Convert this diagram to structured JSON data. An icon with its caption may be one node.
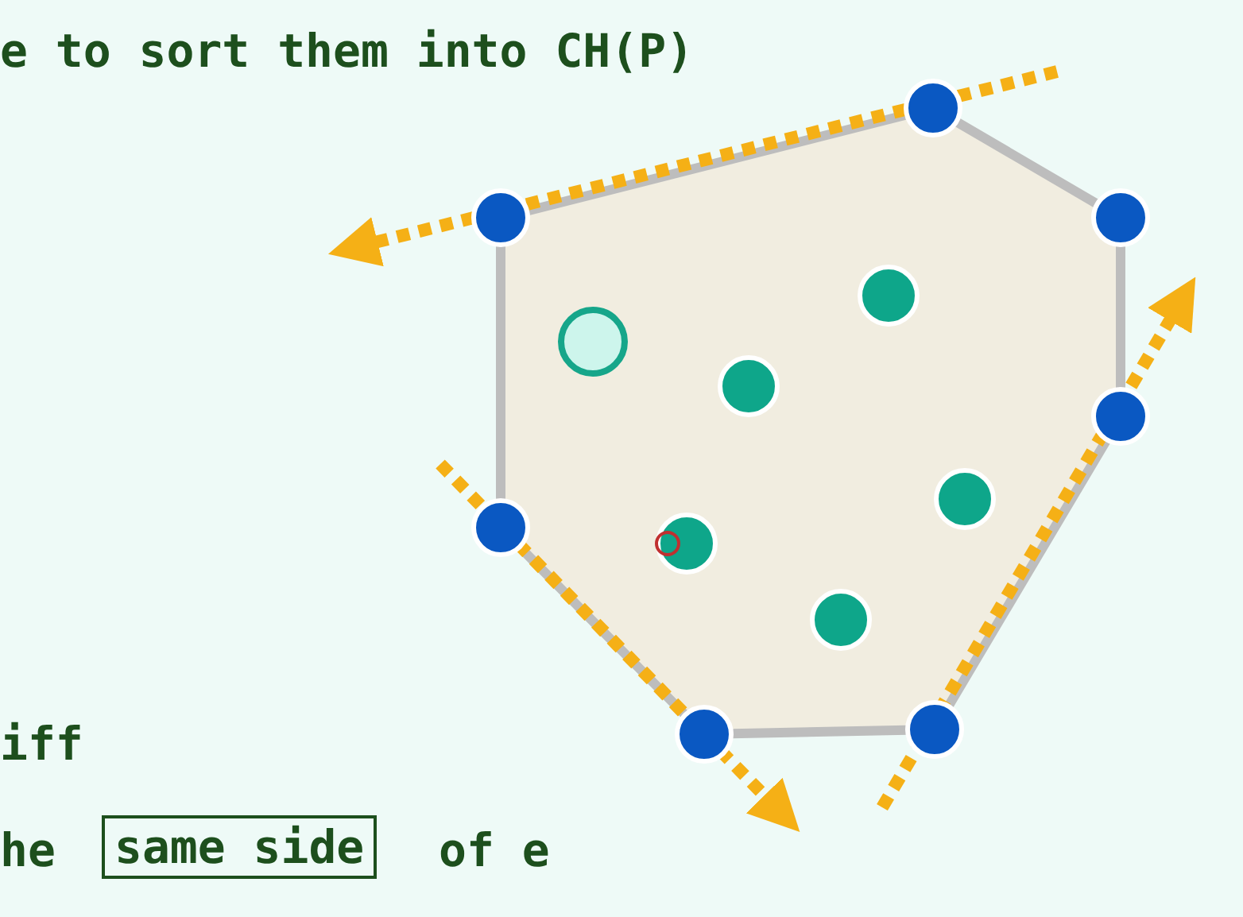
{
  "diagram": {
    "nodes": [
      {
        "text": [
          "same side"
        ]
      }
    ],
    "edges": [],
    "labels": [
      "e to sort them into CH(P)",
      "iff",
      "he",
      "of e"
    ]
  }
}
